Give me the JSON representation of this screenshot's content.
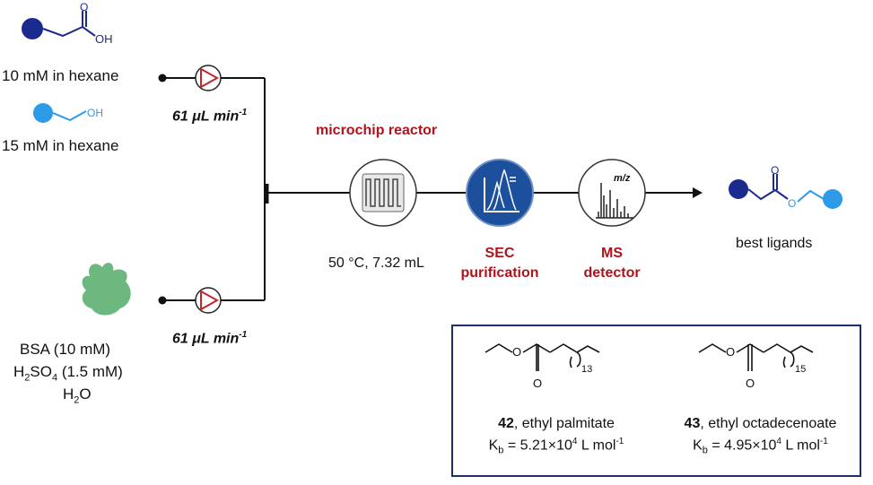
{
  "reagents": {
    "acid_oh": "OH",
    "acid_o": "O",
    "acid_conc": "10 mM in hexane",
    "alcohol_oh": "OH",
    "alcohol_conc": "15 mM in hexane",
    "bsa_line1": "BSA (10 mM)",
    "bsa_line2_pre": "H",
    "bsa_line2_sub1": "2",
    "bsa_line2_mid": "SO",
    "bsa_line2_sub2": "4",
    "bsa_line2_post": " (1.5 mM)",
    "water_pre": "H",
    "water_sub": "2",
    "water_post": "O"
  },
  "pumps": {
    "flow_top": "61 μL min",
    "flow_top_sup": "-1",
    "flow_bottom": "61 μL min",
    "flow_bottom_sup": "-1"
  },
  "reactor": {
    "title": "microchip reactor",
    "conditions": "50 °C, 7.32 mL"
  },
  "sec": {
    "line1": "SEC",
    "line2": "purification"
  },
  "ms": {
    "line1": "MS",
    "line2": "detector",
    "icon_label": "m/z"
  },
  "product": {
    "o": "O",
    "o2": "O",
    "label": "best ligands"
  },
  "colors": {
    "dark_blue": "#1b2a8f",
    "light_blue": "#2e9be8",
    "green": "#6db87f",
    "pump_red": "#c0272d",
    "sec_blue": "#1c4f9c",
    "label_red": "#b0131b",
    "box_border": "#1f2f66"
  },
  "compounds": [
    {
      "number": "42",
      "name": ", ethyl palmitate",
      "subscript": "13",
      "o_label": "O",
      "o2_label": "O",
      "k_pre": "K",
      "k_sub": "b",
      "k_value": " = 5.21×10",
      "k_exp": "4",
      "k_unit": " L mol",
      "k_unit_exp": "-1"
    },
    {
      "number": "43",
      "name": ", ethyl octadecenoate",
      "subscript": "15",
      "o_label": "O",
      "o2_label": "O",
      "k_pre": "K",
      "k_sub": "b",
      "k_value": " = 4.95×10",
      "k_exp": "4",
      "k_unit": " L mol",
      "k_unit_exp": "-1"
    }
  ]
}
